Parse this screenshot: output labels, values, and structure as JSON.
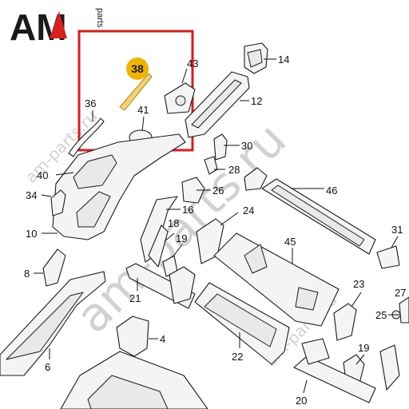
{
  "logo": {
    "main_text": "AM",
    "side_text": "parts",
    "accent": "#d8201f"
  },
  "watermark": {
    "text_large": "am-parts.ru",
    "text_small": "am-parts.ru"
  },
  "highlight": {
    "color": "#e01a1a",
    "badge_color": "#f0b400",
    "badge_label": "38"
  },
  "callouts": {
    "c14": "14",
    "c43": "43",
    "c12": "12",
    "c36": "36",
    "c41": "41",
    "c30": "30",
    "c40": "40",
    "c28": "28",
    "c34": "34",
    "c26": "26",
    "c46": "46",
    "c24": "24",
    "c16": "16",
    "c18": "18",
    "c10": "10",
    "c19a": "19",
    "c45": "45",
    "c31": "31",
    "c8": "8",
    "c21": "21",
    "c23": "23",
    "c27": "27",
    "c25": "25",
    "c4": "4",
    "c22": "22",
    "c6": "6",
    "c19b": "19",
    "c20": "20"
  }
}
